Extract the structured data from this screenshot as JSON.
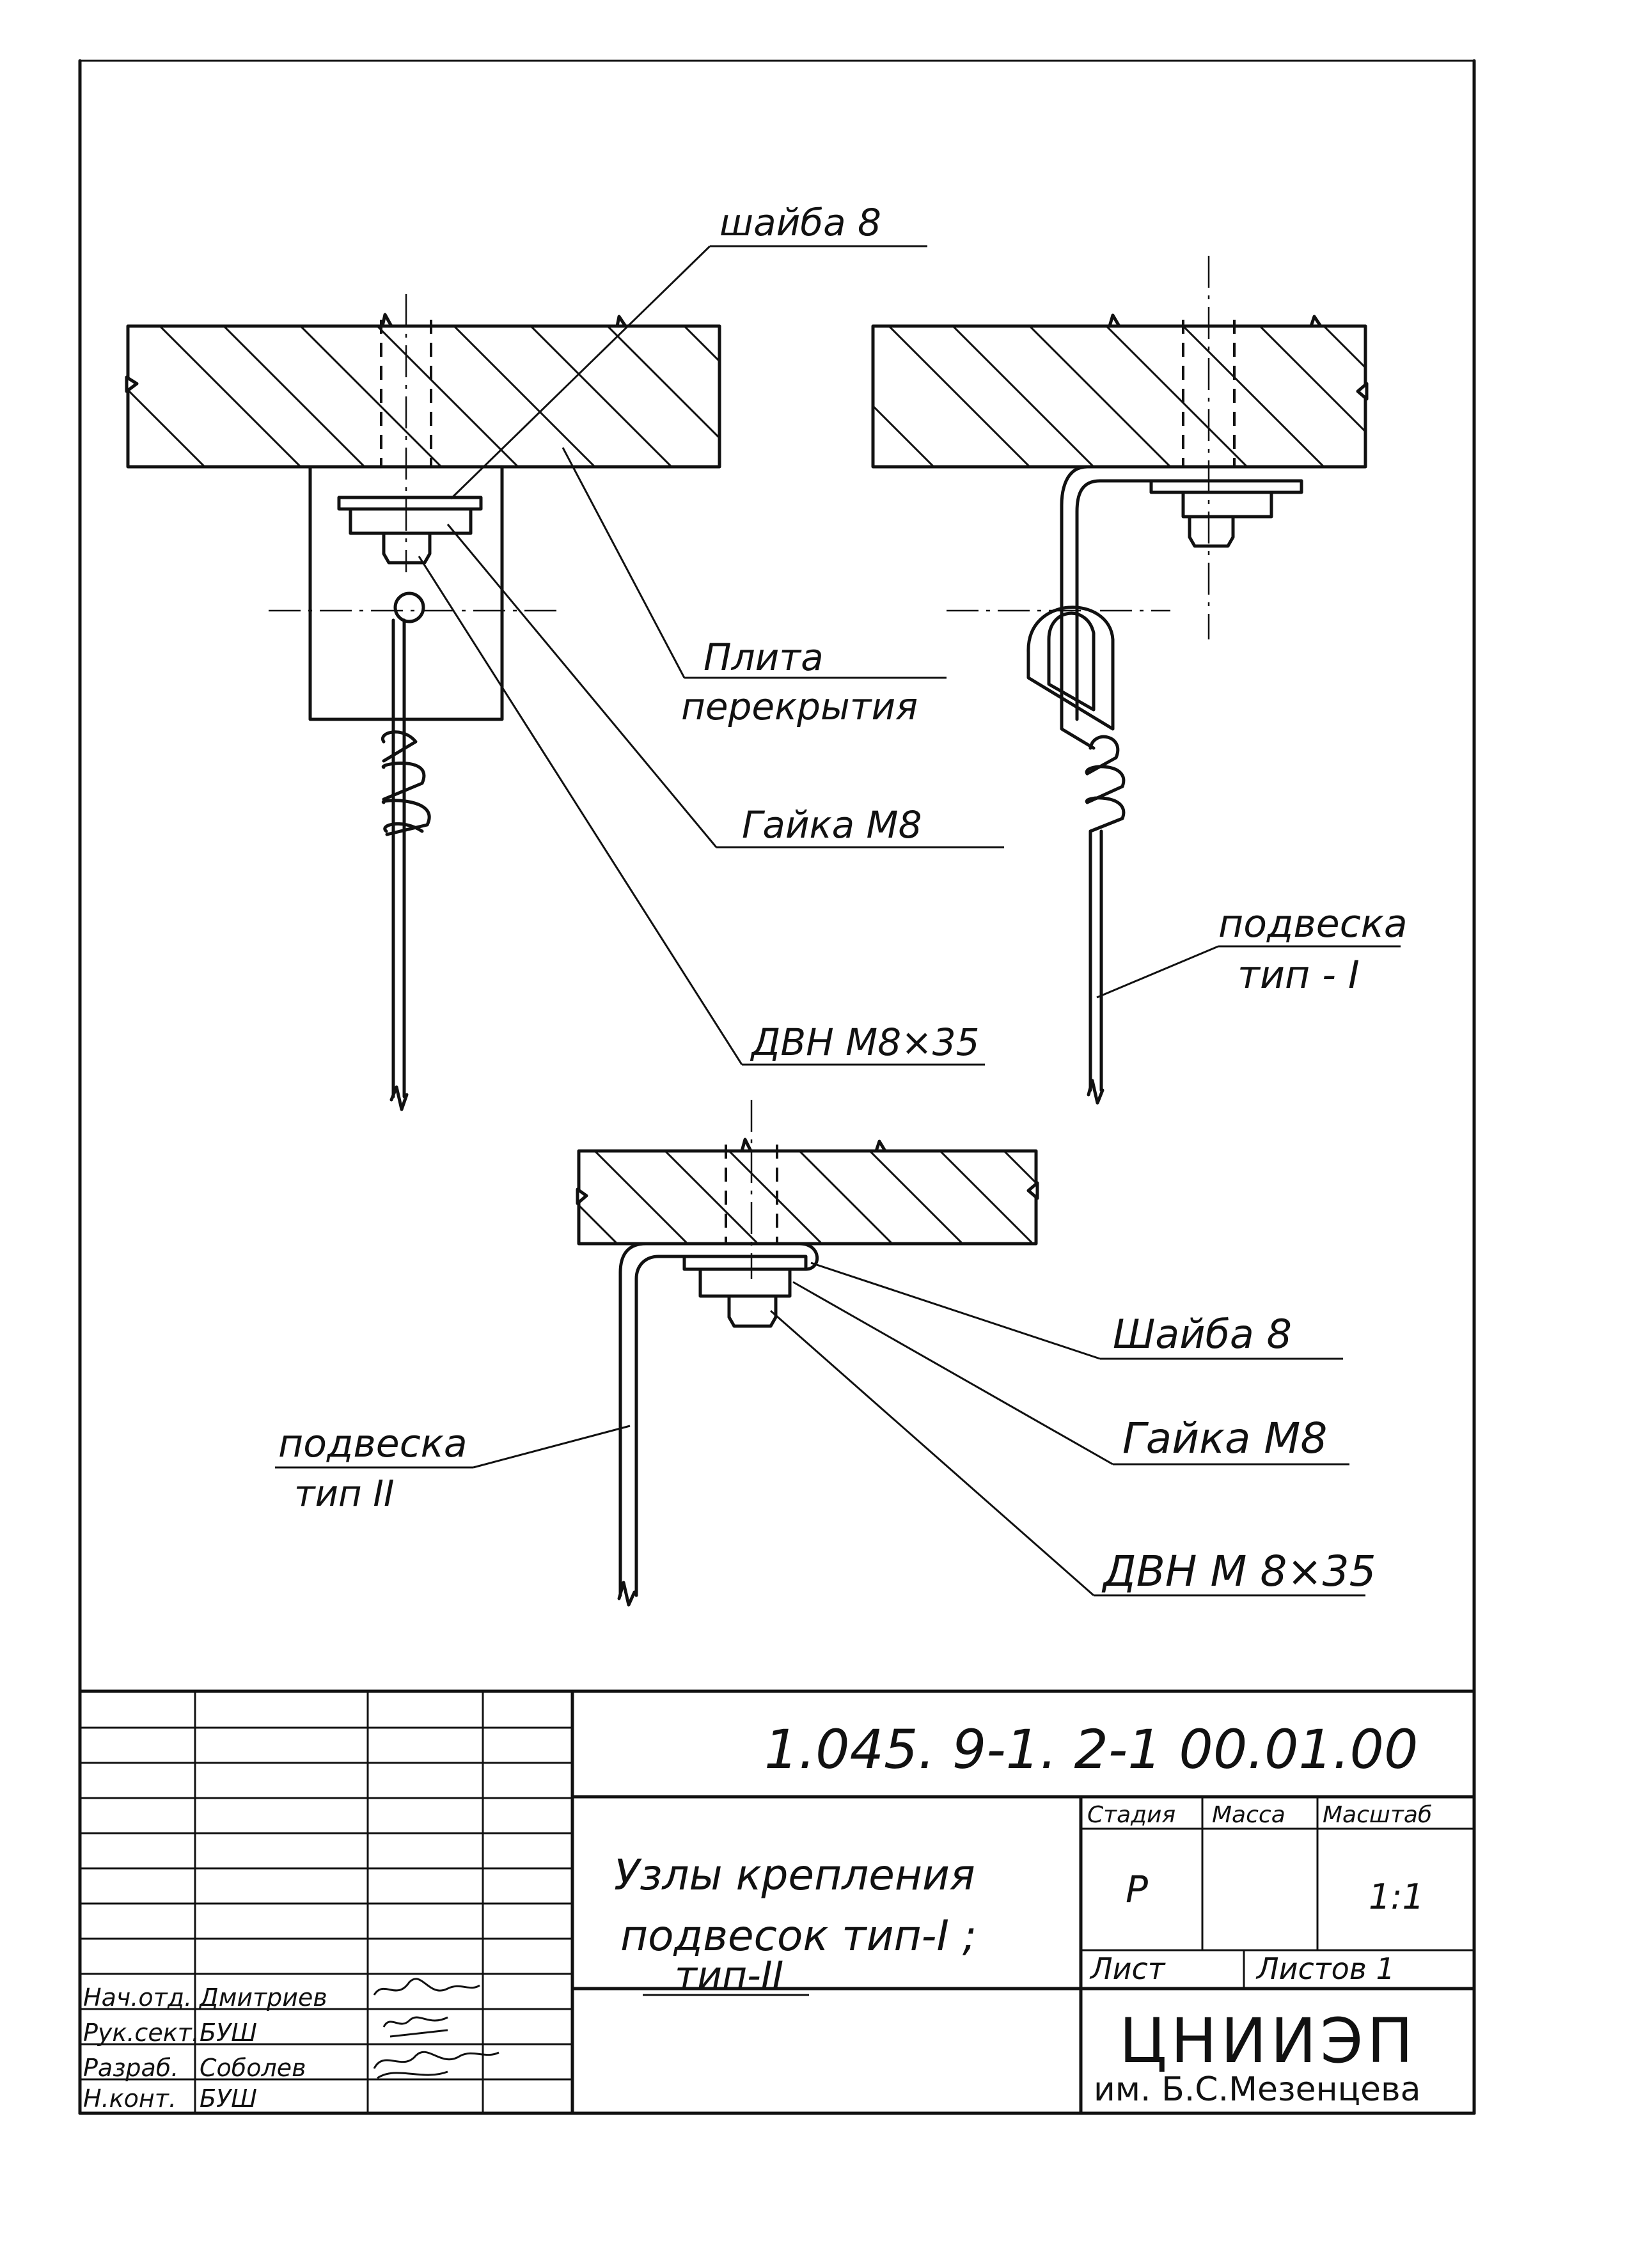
{
  "labels": {
    "washer_top": "шайба 8",
    "slab": "Плита",
    "slab_2": "перекрытия",
    "nut_mid": "Гайка М8",
    "bolt_mid": "ДВН М8×35",
    "hanger1": "подвеска",
    "hanger1_type": "тип - I",
    "washer_bottom": "Шайба 8",
    "nut_bottom": "Гайка М8",
    "bolt_bottom": "ДВН М 8×35",
    "hanger2": "подвеска",
    "hanger2_type": "тип II"
  },
  "title_block": {
    "doc_code": "1.045. 9-1. 2-1 00.01.00",
    "title_line1": "Узлы крепления",
    "title_line2": "подвесок тип-I ;",
    "title_line3": "тип-II",
    "stage_header": "Стадия",
    "mass_header": "Масса",
    "scale_header": "Масштаб",
    "stage_value": "Р",
    "scale_value": "1:1",
    "sheet_label": "Лист",
    "sheets_label": "Листов 1",
    "org_name": "ЦНИИЭП",
    "org_sub": "им. Б.С.Мезенцева",
    "roles": [
      {
        "role": "Нач.отд.",
        "name": "Дмитриев"
      },
      {
        "role": "Рук.сект.",
        "name": "БУШ"
      },
      {
        "role": "Разраб.",
        "name": "Соболев"
      },
      {
        "role": "Н.конт.",
        "name": "БУШ"
      }
    ]
  }
}
